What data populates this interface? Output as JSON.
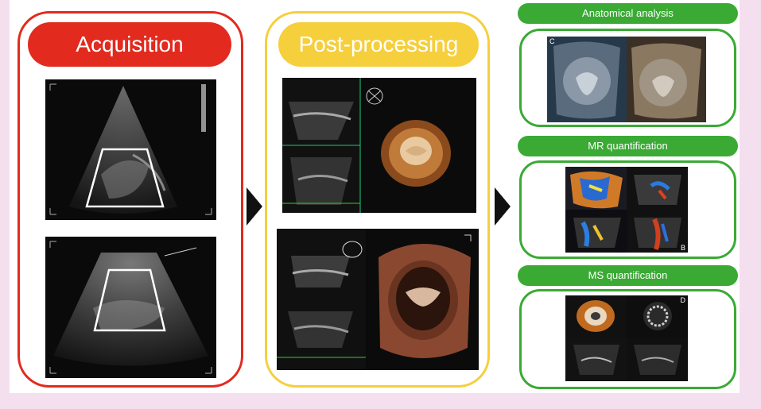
{
  "columns": {
    "acquisition": {
      "title": "Acquisition"
    },
    "post_processing": {
      "title": "Post-processing"
    }
  },
  "right_panels": [
    {
      "title": "Anatomical analysis",
      "corner_label": "C"
    },
    {
      "title": "MR quantification",
      "corner_label": "B"
    },
    {
      "title": "MS quantification",
      "corner_label": "D"
    }
  ],
  "colors": {
    "acquisition": "#e22a1e",
    "post_processing": "#f5cf3c",
    "quantification": "#3aaa35",
    "background": "#f4dfee"
  }
}
